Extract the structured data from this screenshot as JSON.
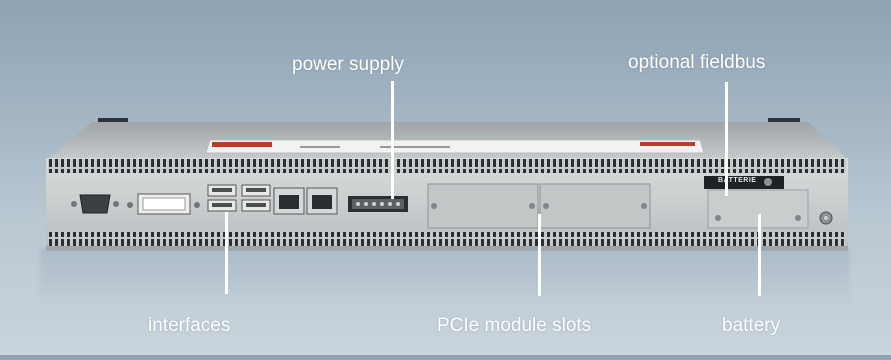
{
  "image": {
    "subject": "rear-panel-of-rack-mounted-industrial-pc",
    "background_color": "#a9bac8",
    "chassis_color": "#c7cbcc"
  },
  "callouts": {
    "power_supply": "power supply",
    "optional_fieldbus": "optional fieldbus",
    "interfaces": "interfaces",
    "pcie_module_slots": "PCIe module slots",
    "battery": "battery"
  },
  "panel_labels": {
    "battery_plate": "BATTERIE"
  }
}
